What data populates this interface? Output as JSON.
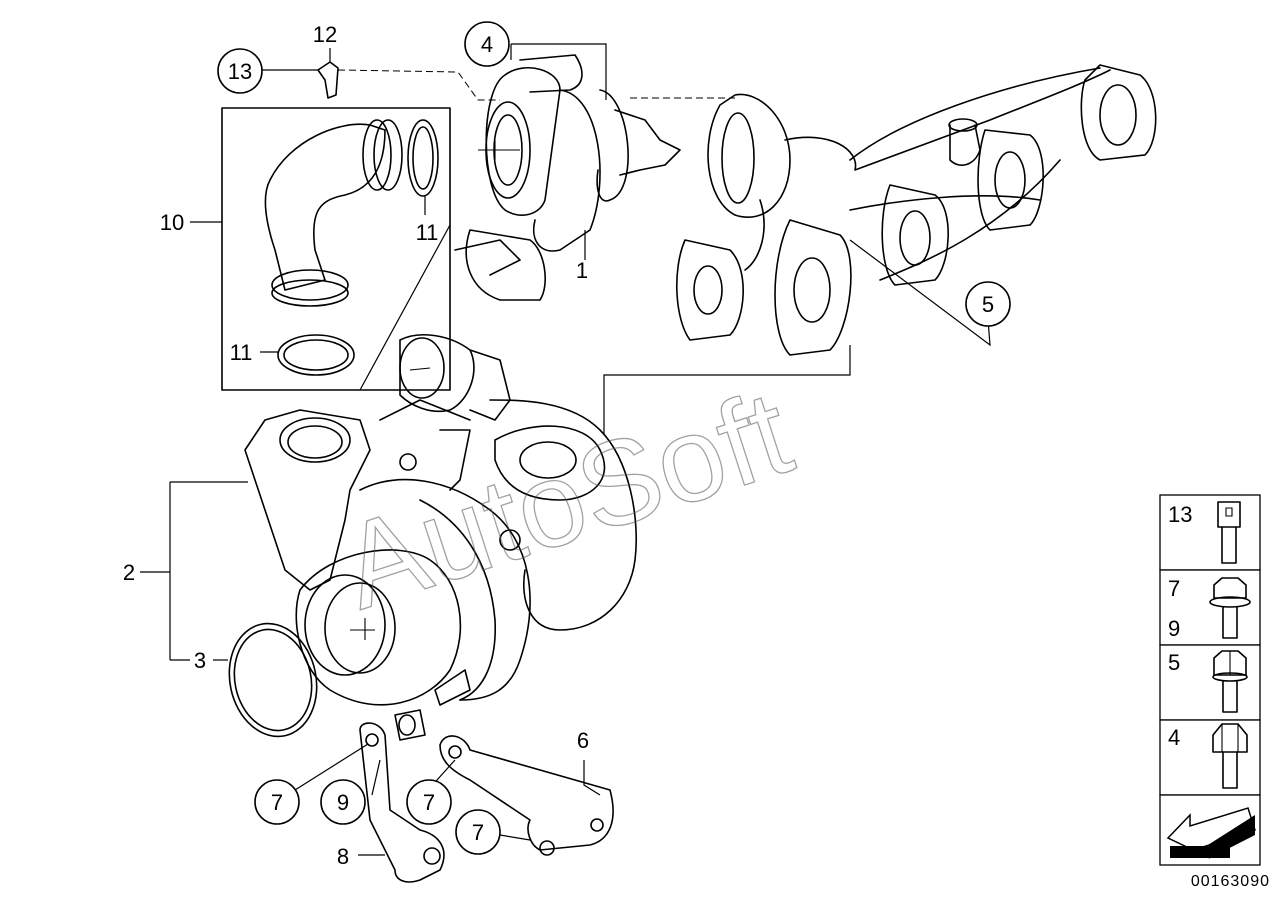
{
  "callouts": {
    "c1": "1",
    "c2": "2",
    "c3": "3",
    "c4": "4",
    "c5": "5",
    "c6": "6",
    "c7a": "7",
    "c7b": "7",
    "c7c": "7",
    "c8": "8",
    "c9": "9",
    "c10": "10",
    "c11a": "11",
    "c11b": "11",
    "c12": "12",
    "c13": "13"
  },
  "legend": [
    {
      "label": "13"
    },
    {
      "label": "7",
      "label2": "9"
    },
    {
      "label": "5"
    },
    {
      "label": "4"
    }
  ],
  "watermark": "AutoSoft",
  "diagram_code": "00163090"
}
